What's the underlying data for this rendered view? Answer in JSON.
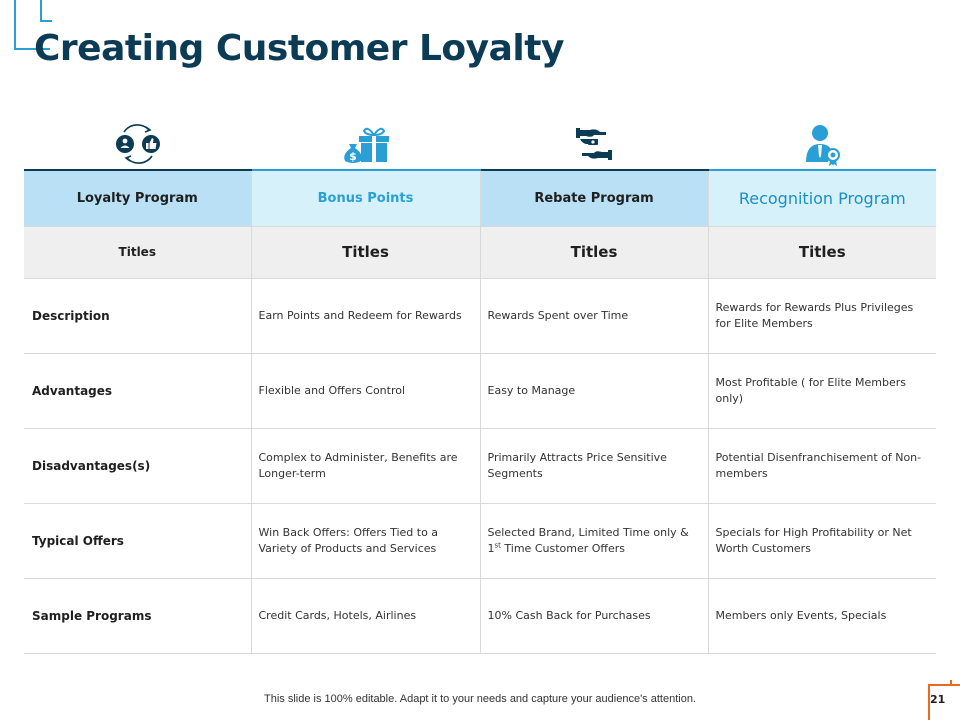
{
  "slide": {
    "title": "Creating Customer Loyalty",
    "footer": "This slide is 100% editable. Adapt it to your needs and capture your audience's attention.",
    "page_number": "21"
  },
  "colors": {
    "navy": "#0b3b55",
    "accent": "#2a9fd6",
    "orange": "#e86a1c"
  },
  "icons": [
    "loyalty-exchange-icon",
    "gift-money-icon",
    "hand-exchange-icon",
    "award-person-icon"
  ],
  "headers": [
    "Loyalty Program",
    "Bonus Points",
    "Rebate Program",
    "Recognition Program"
  ],
  "subheaders": [
    "Titles",
    "Titles",
    "Titles",
    "Titles"
  ],
  "rows": [
    {
      "label": "Description",
      "cells": [
        "Earn Points and Redeem  for Rewards",
        "Rewards Spent  over Time",
        "Rewards for Rewards Plus Privileges for Elite Members"
      ]
    },
    {
      "label": "Advantages",
      "cells": [
        "Flexible and Offers Control",
        "Easy to Manage",
        "Most Profitable ( for Elite Members only)"
      ]
    },
    {
      "label": "Disadvantages(s)",
      "cells": [
        "Complex to Administer, Benefits are Longer-term",
        "Primarily Attracts Price Sensitive Segments",
        "Potential Disenfranchisement of Non-members"
      ]
    },
    {
      "label": "Typical Offers",
      "cells": [
        "Win Back Offers: Offers Tied to a Variety of Products and Services",
        "Selected Brand, Limited Time only & 1",
        "Specials for High Profitability or Net Worth Customers"
      ],
      "rebate_sup": "st",
      "rebate_tail": "Time Customer Offers"
    },
    {
      "label": "Sample Programs",
      "cells": [
        "Credit Cards, Hotels, Airlines",
        "10% Cash Back for Purchases",
        "Members only Events, Specials"
      ]
    }
  ]
}
